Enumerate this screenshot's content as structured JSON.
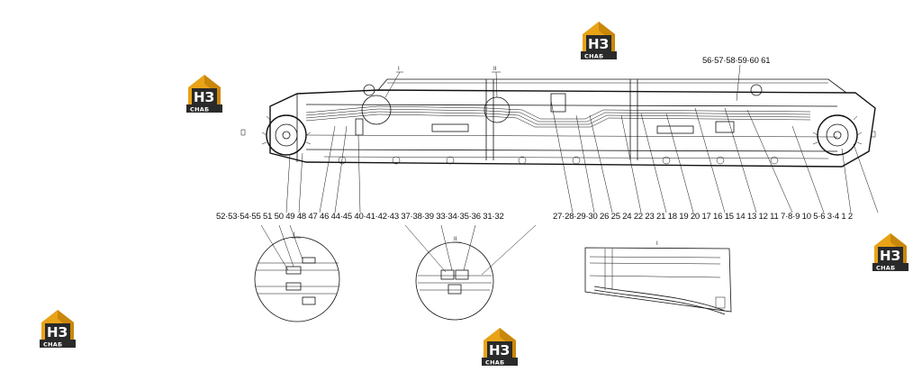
{
  "logo": {
    "letters": "НЗ",
    "caption": "СНАБ",
    "color_gold": "#e8a317",
    "color_dark": "#2a2a2a"
  },
  "callouts": {
    "top_right": "56·57·58·59·60 61",
    "main_row_right": "27·28·29·30 26 25 24 22 23 21 18 19 20 17 16 15 14 13 12 11 7·8·9 10 5·6 3·4 1 2",
    "main_row_left": "52·53·54·55 51 50 49 48 47 46 44·45 40·41·42·43 37·38·39 33·34·35·36 31·32"
  },
  "view_marks": {
    "i": "I",
    "ii": "II",
    "i_short": "I",
    "ii_short": "II",
    "detail": "I"
  }
}
